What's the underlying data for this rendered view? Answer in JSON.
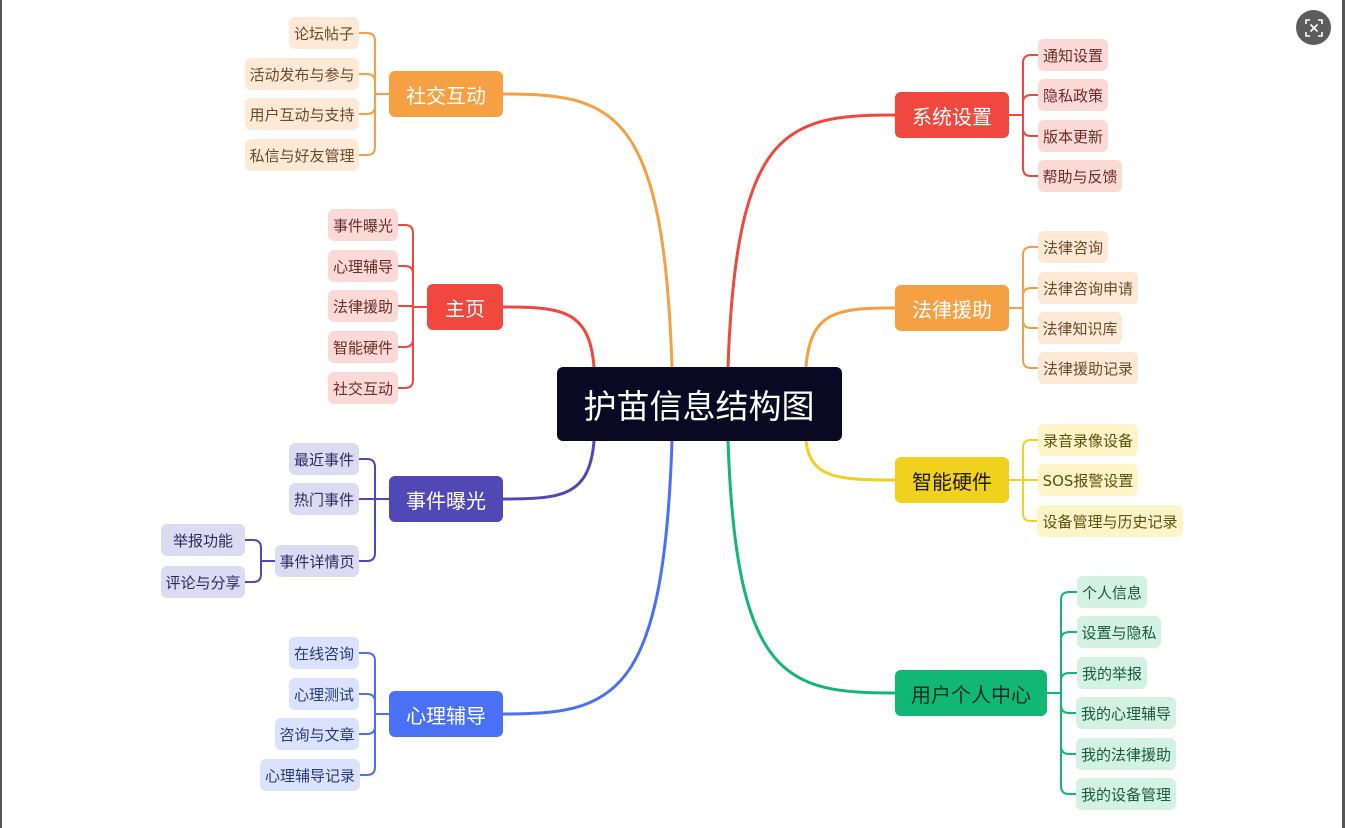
{
  "central": {
    "label": "护苗信息结构图",
    "color": "#0b0823"
  },
  "branches": [
    {
      "id": "social",
      "label": "社交互动",
      "color": "#f5a043",
      "bg": "#fde9d6",
      "text": "#6b4a2a",
      "children": [
        {
          "label": "论坛帖子"
        },
        {
          "label": "活动发布与参与"
        },
        {
          "label": "用户互动与支持"
        },
        {
          "label": "私信与好友管理"
        }
      ]
    },
    {
      "id": "home",
      "label": "主页",
      "color": "#f0483e",
      "bg": "#fbd9d7",
      "text": "#6b2c28",
      "children": [
        {
          "label": "事件曝光"
        },
        {
          "label": "心理辅导"
        },
        {
          "label": "法律援助"
        },
        {
          "label": "智能硬件"
        },
        {
          "label": "社交互动"
        }
      ]
    },
    {
      "id": "exposure",
      "label": "事件曝光",
      "color": "#4f48b5",
      "bg": "#dcdbf1",
      "text": "#2d2a63",
      "children": [
        {
          "label": "最近事件"
        },
        {
          "label": "热门事件"
        },
        {
          "label": "事件详情页",
          "children": [
            {
              "label": "举报功能"
            },
            {
              "label": "评论与分享"
            }
          ]
        }
      ]
    },
    {
      "id": "psych",
      "label": "心理辅导",
      "color": "#4a70f6",
      "bg": "#dae2fd",
      "text": "#273b7d",
      "children": [
        {
          "label": "在线咨询"
        },
        {
          "label": "心理测试"
        },
        {
          "label": "咨询与文章"
        },
        {
          "label": "心理辅导记录"
        }
      ]
    },
    {
      "id": "settings",
      "label": "系统设置",
      "color": "#f0483e",
      "bg": "#fbd9d7",
      "text": "#6b2c28",
      "children": [
        {
          "label": "通知设置"
        },
        {
          "label": "隐私政策"
        },
        {
          "label": "版本更新"
        },
        {
          "label": "帮助与反馈"
        }
      ]
    },
    {
      "id": "legal",
      "label": "法律援助",
      "color": "#f5a043",
      "bg": "#fde9d6",
      "text": "#6b4a2a",
      "children": [
        {
          "label": "法律咨询"
        },
        {
          "label": "法律咨询申请"
        },
        {
          "label": "法律知识库"
        },
        {
          "label": "法律援助记录"
        }
      ]
    },
    {
      "id": "hardware",
      "label": "智能硬件",
      "color": "#f0d11e",
      "bg": "#fdf5c8",
      "text": "#5c4f10",
      "main_text": "#1f1b0a",
      "children": [
        {
          "label": "录音录像设备"
        },
        {
          "label": "SOS报警设置"
        },
        {
          "label": "设备管理与历史记录"
        }
      ]
    },
    {
      "id": "user",
      "label": "用户个人中心",
      "color": "#13b774",
      "bg": "#d3f2e4",
      "text": "#1b5a3d",
      "main_text": "#0d2e20",
      "children": [
        {
          "label": "个人信息"
        },
        {
          "label": "设置与隐私"
        },
        {
          "label": "我的举报"
        },
        {
          "label": "我的心理辅导"
        },
        {
          "label": "我的法律援助"
        },
        {
          "label": "我的设备管理"
        }
      ]
    }
  ],
  "ui": {
    "close_icon": "close-icon"
  }
}
